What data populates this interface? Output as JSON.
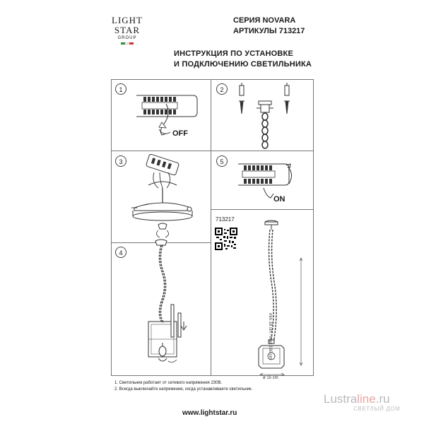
{
  "logo": {
    "line1": "LIGHT",
    "line2": "STAR",
    "line3": "GROUP"
  },
  "header": {
    "series": "СЕРИЯ NOVARA",
    "articles": "АРТИКУЛЫ 713217",
    "title_line1": "ИНСТРУКЦИЯ ПО УСТАНОВКЕ",
    "title_line2": "И ПОДКЛЮЧЕНИЮ СВЕТИЛЬНИКА"
  },
  "steps": {
    "s1": "1",
    "s2": "2",
    "s3": "3",
    "s4": "4",
    "s5": "5"
  },
  "labels": {
    "off": "OFF",
    "on": "ON"
  },
  "product": {
    "model": "713217",
    "height_range": "min 18 cm - max 160 cm",
    "diameter": "ø 15 cm"
  },
  "notes": {
    "note1": "1. Светильник работает от сетевого напряжения 230В.",
    "note2": "2. Всегда выключайте напряжение, когда устанавливаете светильник."
  },
  "footer": {
    "website": "www.lightstar.ru"
  },
  "watermark": {
    "part1": "Lustra",
    "part2": "line",
    "part3": ".ru",
    "sub": "СВЕТЛЫЙ ДОМ"
  },
  "colors": {
    "flag_green": "#2f8f3a",
    "flag_white": "#ffffff",
    "flag_red": "#d0312d",
    "accent": "#e7a6a0"
  }
}
